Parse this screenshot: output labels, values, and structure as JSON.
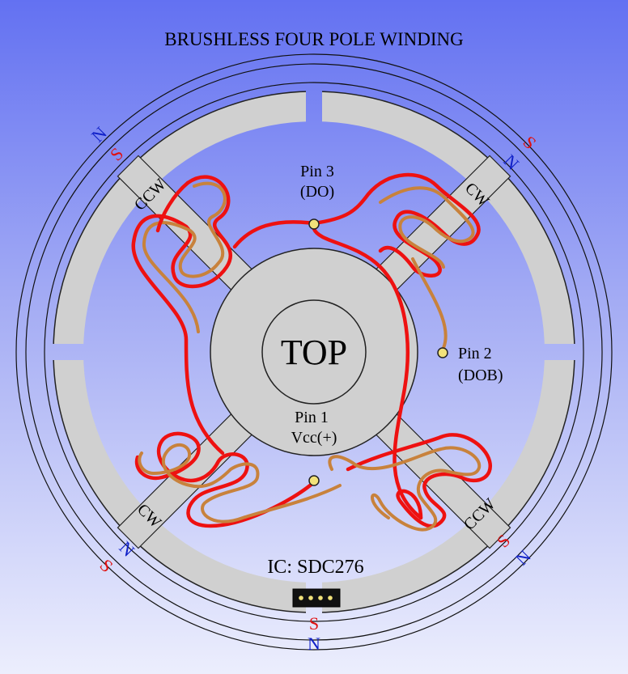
{
  "title": "BRUSHLESS FOUR POLE WINDING",
  "center_label": "TOP",
  "ic_label": "IC: SDC276",
  "pins": {
    "pin3": {
      "name": "Pin 3",
      "signal": "(DO)"
    },
    "pin2": {
      "name": "Pin 2",
      "signal": "(DOB)"
    },
    "pin1": {
      "name": "Pin 1",
      "signal": "Vcc(+)"
    }
  },
  "windings": {
    "top_left": "CCW",
    "top_right": "CW",
    "bottom_left": "CW",
    "bottom_right": "CCW"
  },
  "poles": {
    "north": "N",
    "south": "S"
  },
  "colors": {
    "north": "#1020c8",
    "south": "#e01010",
    "wire_red": "#ee1111",
    "wire_copper": "#c8823c",
    "stator": "#d0d0d0",
    "pin_dot": "#f2e27a"
  }
}
